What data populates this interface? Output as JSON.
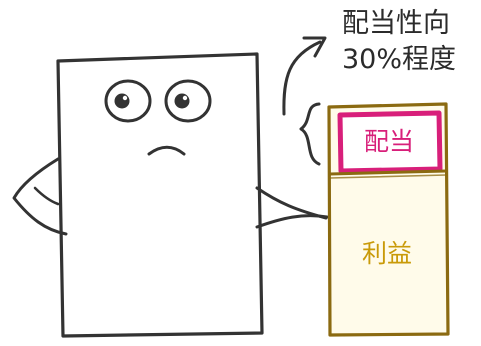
{
  "annotation": {
    "line1": "配当性向",
    "line2": "30%程度"
  },
  "box": {
    "dividend_label": "配当",
    "profit_label": "利益"
  },
  "colors": {
    "box_outline": "#8b6a11",
    "box_fill": "#fffbea",
    "dividend_outline": "#d81f7a",
    "dividend_text": "#d81f7a",
    "profit_text": "#c99a08",
    "line_art": "#333333"
  }
}
